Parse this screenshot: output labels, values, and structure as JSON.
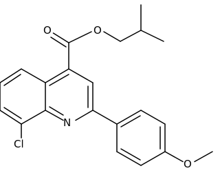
{
  "molecule": {
    "atoms": {
      "o_carbonyl": "O",
      "o_ester": "O",
      "n_ring": "N",
      "cl": "Cl",
      "o_methoxy": "O"
    },
    "colors": {
      "ink": "#000000",
      "background": "#ffffff"
    }
  }
}
